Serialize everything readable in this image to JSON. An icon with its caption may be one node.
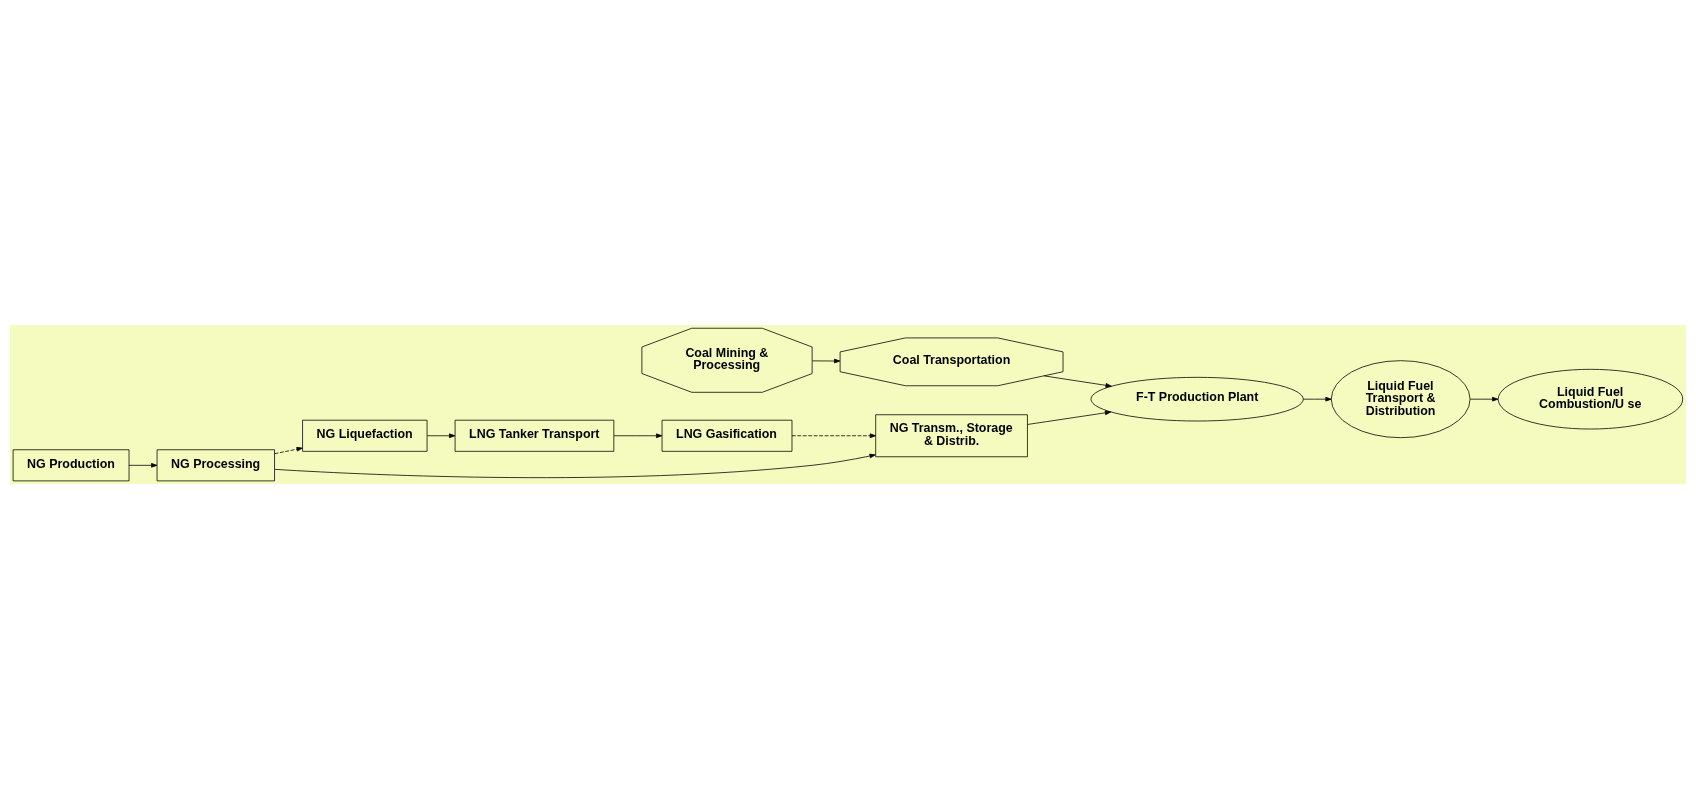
{
  "diagram": {
    "nodes": [
      {
        "text": [
          "NG Liquefaction"
        ]
      },
      {
        "text": [
          "LNG Tanker Transport"
        ]
      },
      {
        "text": [
          "LNG Gasification"
        ]
      },
      {
        "text": [
          "NG Production"
        ]
      },
      {
        "text": [
          "NG Processing"
        ]
      },
      {
        "text": [
          "NG Transm., Storage & Distrib."
        ]
      },
      {
        "text": [
          "F-T Production Plant"
        ]
      },
      {
        "text": [
          "Liquid Fuel Transport & Distribution"
        ]
      },
      {
        "text": [
          "Liquid Fuel Combustion/U se"
        ]
      },
      {
        "text": [
          "Coal Mining & Processing"
        ]
      },
      {
        "text": [
          "Coal Transportation"
        ]
      }
    ],
    "edges": [
      {
        "from": 0,
        "to": 1,
        "arrow": "to"
      },
      {
        "from": 1,
        "to": 2,
        "arrow": "to"
      },
      {
        "from": 4,
        "to": 0,
        "arrow": "to",
        "style": "dashed"
      },
      {
        "from": 2,
        "to": 5,
        "arrow": "to",
        "style": "dashed"
      },
      {
        "from": 3,
        "to": 4,
        "arrow": "to"
      },
      {
        "from": 4,
        "to": 5,
        "arrow": "to"
      },
      {
        "from": 5,
        "to": 6,
        "arrow": "to"
      },
      {
        "from": 6,
        "to": 7,
        "arrow": "to"
      },
      {
        "from": 7,
        "to": 8,
        "arrow": "to"
      },
      {
        "from": 9,
        "to": 10,
        "arrow": "to"
      },
      {
        "from": 10,
        "to": 6,
        "arrow": "to"
      }
    ]
  }
}
